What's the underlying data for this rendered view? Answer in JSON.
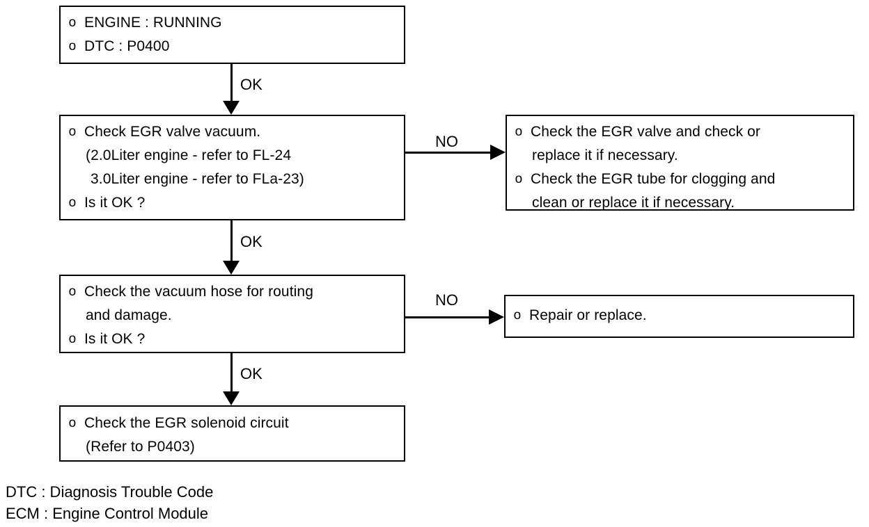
{
  "diagram": {
    "title": "EGR DTC P0400 Diagnostic Flowchart",
    "type": "flowchart",
    "bullet_glyph": "o",
    "line_color": "#000000",
    "background_color": "#ffffff",
    "nodes": [
      {
        "id": "start",
        "lines": [
          {
            "bullet": true,
            "text": "ENGINE : RUNNING",
            "indent": 0
          },
          {
            "bullet": true,
            "text": "DTC : P0400",
            "indent": 0
          }
        ]
      },
      {
        "id": "check-egr-valve-vacuum",
        "lines": [
          {
            "bullet": true,
            "text": "Check EGR valve vacuum.",
            "indent": 0
          },
          {
            "bullet": false,
            "text": "(2.0Liter engine - refer to FL-24",
            "indent": 1
          },
          {
            "bullet": false,
            "text": "3.0Liter engine - refer to FLa-23)",
            "indent": 2
          },
          {
            "bullet": true,
            "text": "Is it OK ?",
            "indent": 0
          }
        ]
      },
      {
        "id": "egr-valve-remedy",
        "lines": [
          {
            "bullet": true,
            "text": "Check the EGR valve and check or",
            "indent": 0
          },
          {
            "bullet": false,
            "text": "replace it if necessary.",
            "indent": 1
          },
          {
            "bullet": true,
            "text": "Check the EGR tube for clogging and",
            "indent": 0
          },
          {
            "bullet": false,
            "text": "clean or replace it if necessary.",
            "indent": 1
          }
        ]
      },
      {
        "id": "check-vacuum-hose",
        "lines": [
          {
            "bullet": true,
            "text": "Check the vacuum hose for routing",
            "indent": 0
          },
          {
            "bullet": false,
            "text": "and damage.",
            "indent": 1
          },
          {
            "bullet": true,
            "text": "Is it OK ?",
            "indent": 0
          }
        ]
      },
      {
        "id": "repair-or-replace",
        "lines": [
          {
            "bullet": true,
            "text": "Repair or replace.",
            "indent": 0
          }
        ]
      },
      {
        "id": "check-egr-solenoid-circuit",
        "lines": [
          {
            "bullet": true,
            "text": "Check the EGR solenoid circuit",
            "indent": 0
          },
          {
            "bullet": false,
            "text": "(Refer to P0403)",
            "indent": 1
          }
        ]
      }
    ],
    "edges": [
      {
        "id": "start-to-valve",
        "label": "OK",
        "direction": "down"
      },
      {
        "id": "valve-to-remedy",
        "label": "NO",
        "direction": "right"
      },
      {
        "id": "valve-to-hose",
        "label": "OK",
        "direction": "down"
      },
      {
        "id": "hose-to-repair",
        "label": "NO",
        "direction": "right"
      },
      {
        "id": "hose-to-solenoid",
        "label": "OK",
        "direction": "down"
      }
    ]
  },
  "legend": {
    "lines": [
      "DTC : Diagnosis Trouble Code",
      "ECM : Engine Control Module"
    ]
  }
}
